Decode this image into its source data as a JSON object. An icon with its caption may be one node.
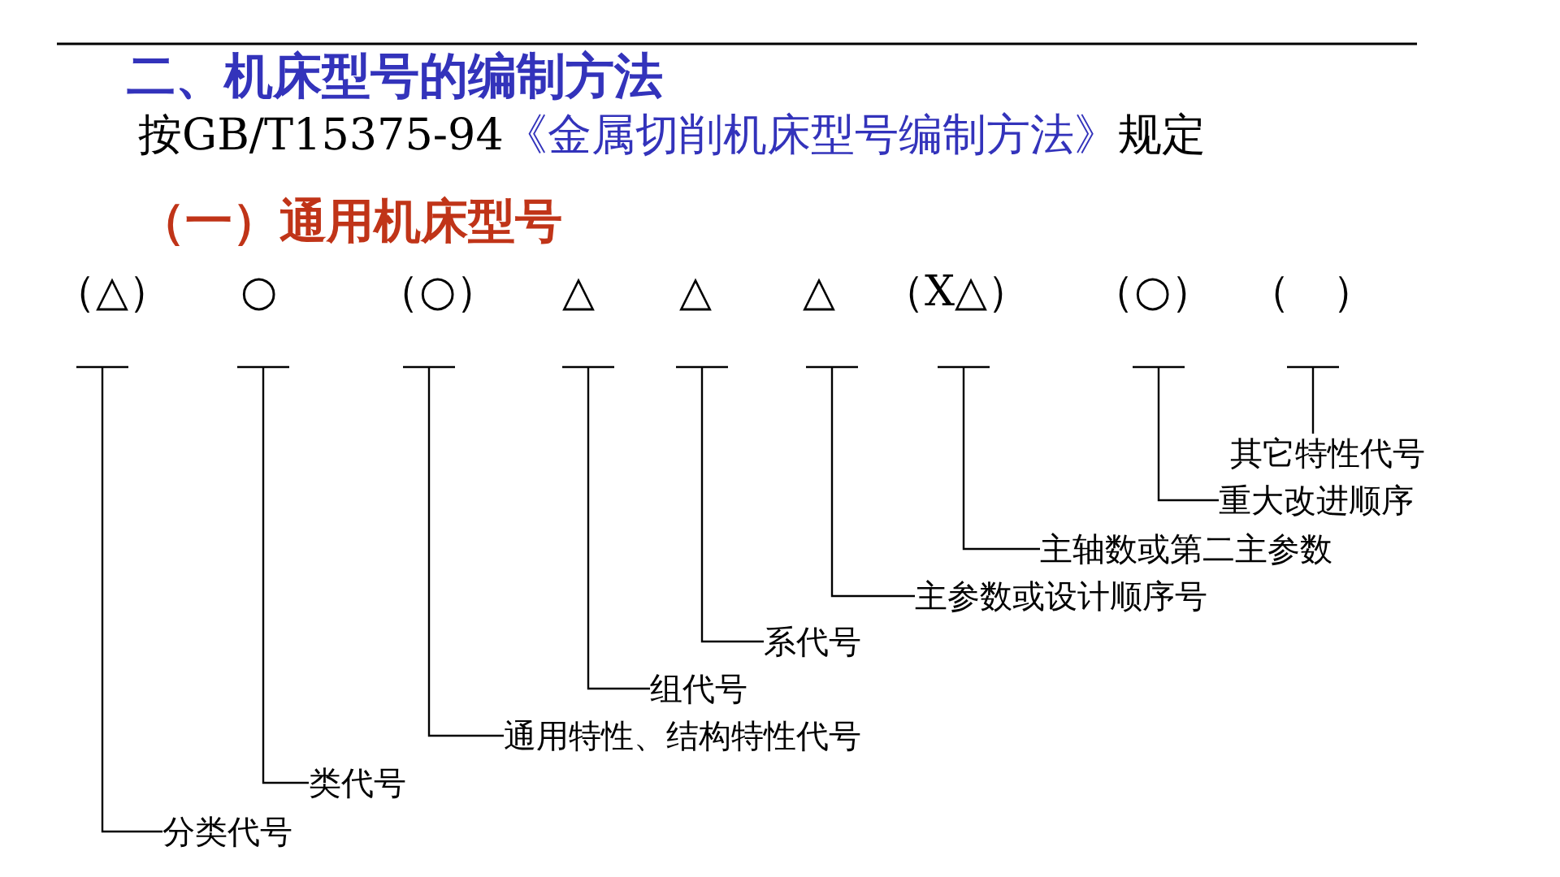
{
  "diagram": {
    "title": "二、机床型号的编制方法",
    "nodes": [
      {
        "text": [
          "（△）"
        ]
      },
      {
        "text": [
          "○"
        ]
      },
      {
        "text": [
          "（○）"
        ]
      },
      {
        "text": [
          "△"
        ]
      },
      {
        "text": [
          "△"
        ]
      },
      {
        "text": [
          "△"
        ]
      },
      {
        "text": [
          "（X△）"
        ]
      },
      {
        "text": [
          "（○）"
        ]
      },
      {
        "text": [
          "（　）"
        ]
      },
      {
        "text": [
          "分类代号"
        ]
      },
      {
        "text": [
          "类代号"
        ]
      },
      {
        "text": [
          "通用特性、结构特性代号"
        ]
      },
      {
        "text": [
          "组代号"
        ]
      },
      {
        "text": [
          "系代号"
        ]
      },
      {
        "text": [
          "主参数或设计顺序号"
        ]
      },
      {
        "text": [
          "主轴数或第二主参数"
        ]
      },
      {
        "text": [
          "重大改进顺序"
        ]
      },
      {
        "text": [
          "其它特性代号"
        ]
      }
    ],
    "edges": [
      {
        "from": 0,
        "to": 9,
        "arrow": "none"
      },
      {
        "from": 1,
        "to": 10,
        "arrow": "none"
      },
      {
        "from": 2,
        "to": 11,
        "arrow": "none"
      },
      {
        "from": 3,
        "to": 12,
        "arrow": "none"
      },
      {
        "from": 4,
        "to": 13,
        "arrow": "none"
      },
      {
        "from": 5,
        "to": 14,
        "arrow": "none"
      },
      {
        "from": 6,
        "to": 15,
        "arrow": "none"
      },
      {
        "from": 7,
        "to": 16,
        "arrow": "none"
      },
      {
        "from": 8,
        "to": 17,
        "arrow": "none"
      }
    ],
    "labels": [
      "按GB/T15375-94",
      "《金属切削机床型号编制方法》",
      "规定",
      "（一）通用机床型号"
    ]
  }
}
